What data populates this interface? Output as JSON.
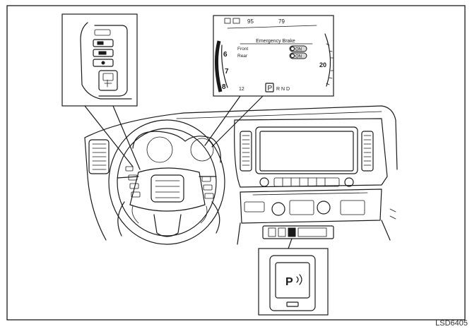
{
  "cluster": {
    "menu_title": "Emergency Brake",
    "rows": [
      {
        "label": "Front",
        "state": "ON"
      },
      {
        "label": "Rear",
        "state": "ON"
      }
    ],
    "top_values": [
      "95",
      "79"
    ],
    "gauge_left_ticks": [
      "6",
      "7",
      "8"
    ],
    "gauge_right_tick": "20",
    "odometer": "12",
    "gear_selected": "P",
    "gear_others": "R N D"
  },
  "switch_panel": {
    "symbol": "P"
  },
  "reference_code": "LSD6405"
}
